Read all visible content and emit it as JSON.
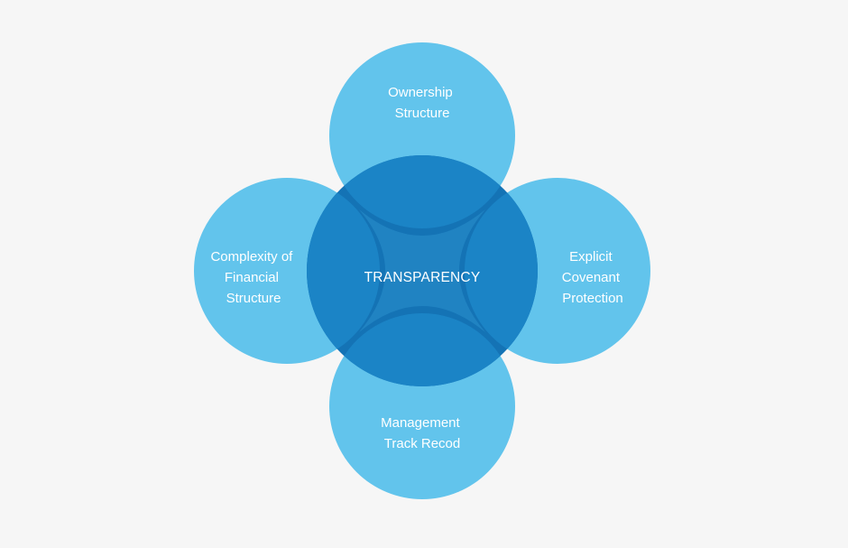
{
  "diagram": {
    "center": {
      "label": "TRANSPARENCY"
    },
    "factors": {
      "top": [
        "Ownership",
        "Structure"
      ],
      "left": [
        "Complexity of",
        "Financial",
        "Structure"
      ],
      "right": [
        "Explicit",
        "Covenant",
        "Protection"
      ],
      "bottom": [
        "Management",
        "Track Recod"
      ]
    }
  },
  "colors": {
    "background": "#f6f6f6",
    "outer_circle": "#62c4ec",
    "center_circle": "#1473b5",
    "overlap": "#1b84c6",
    "text": "#ffffff"
  }
}
